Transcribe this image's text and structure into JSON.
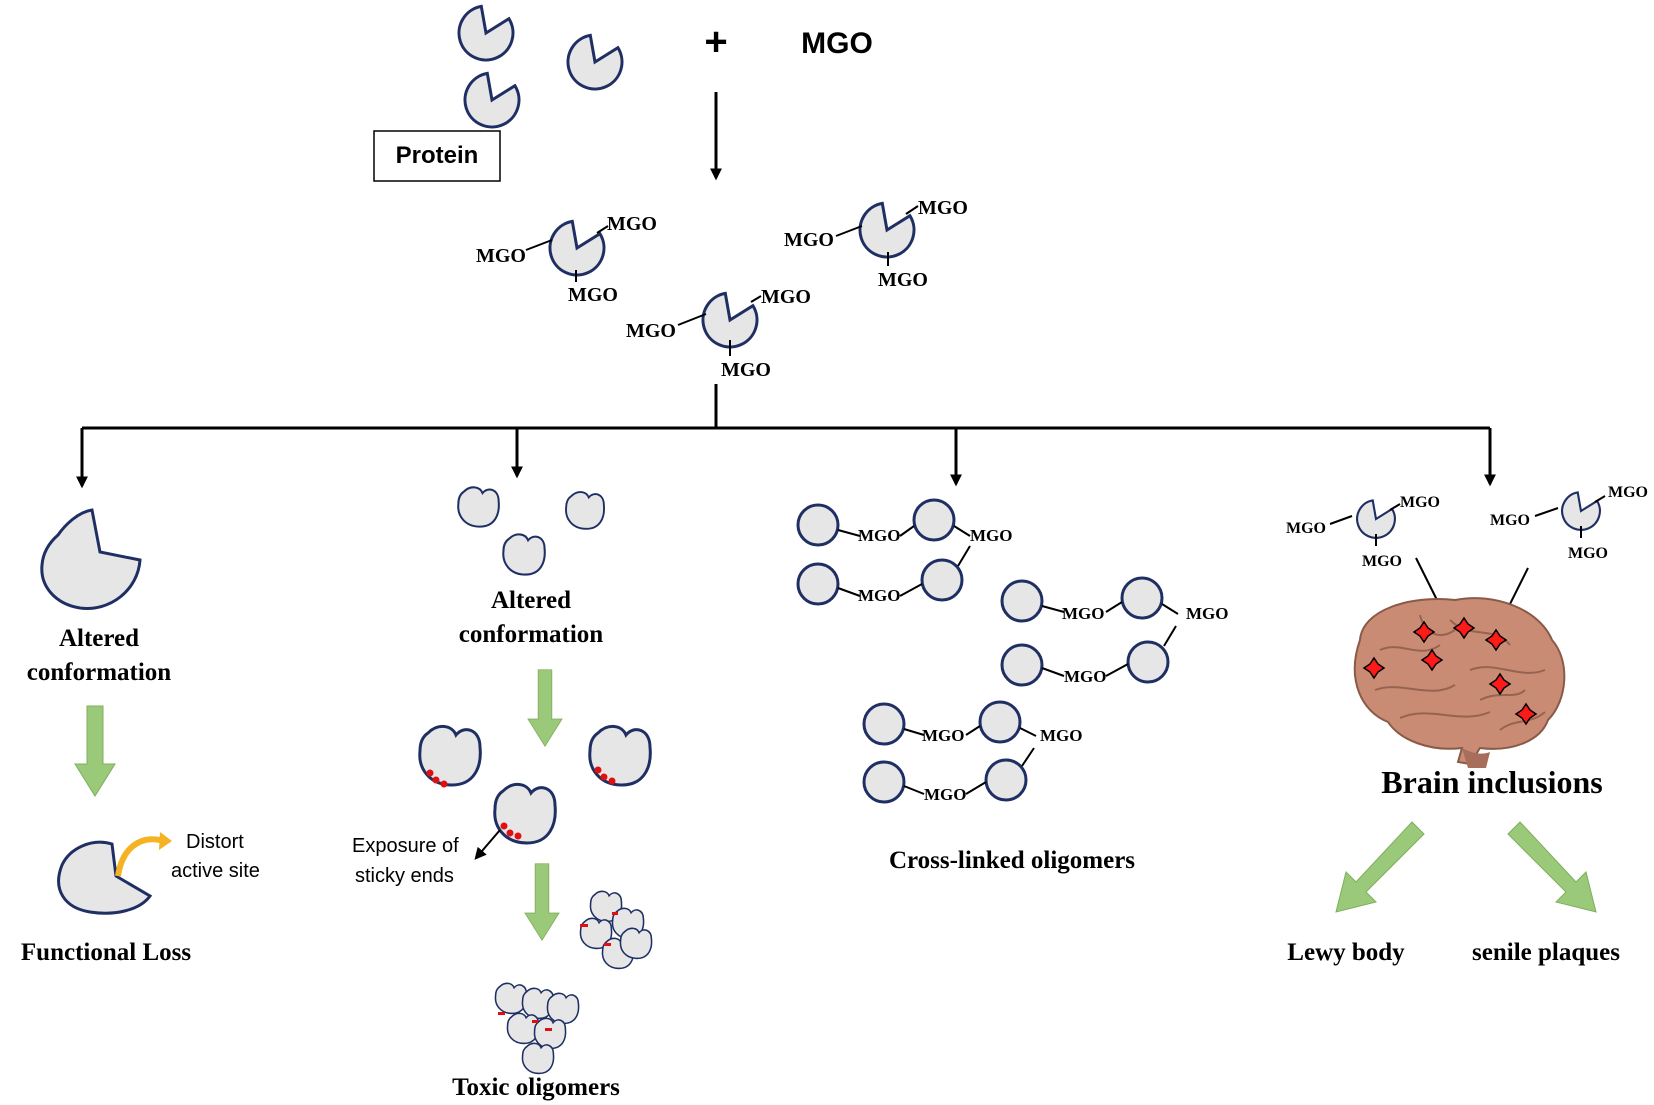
{
  "top": {
    "plus": "+",
    "reagent": "MGO",
    "protein_label": "Protein"
  },
  "modifier": "MGO",
  "branches": {
    "b1": {
      "title_line1": "Altered",
      "title_line2": "conformation",
      "side_note_line1": "Distort",
      "side_note_line2": "active site",
      "result": "Functional Loss"
    },
    "b2": {
      "title_line1": "Altered",
      "title_line2": "conformation",
      "note_line1": "Exposure of",
      "note_line2": "sticky ends",
      "result": "Toxic oligomers"
    },
    "b3": {
      "result": "Cross-linked oligomers"
    },
    "b4": {
      "title": "Brain inclusions",
      "outcome_left": "Lewy body",
      "outcome_right": "senile plaques"
    }
  },
  "colors": {
    "protein_fill": "#e6e6e6",
    "protein_outline": "#1f2f63",
    "green_arrow": "#9bc97a",
    "sticky_red": "#e01010",
    "lesion_red": "#ff1a1a",
    "curved_arrow": "#f5b324"
  }
}
